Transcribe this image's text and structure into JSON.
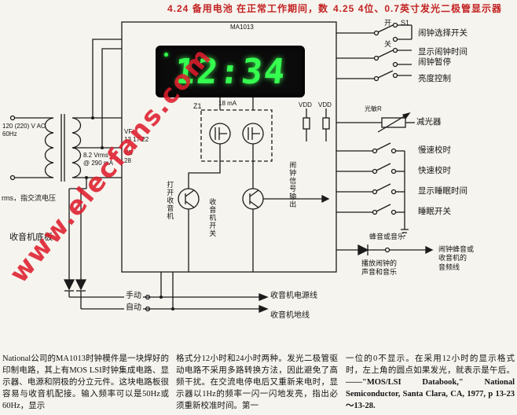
{
  "header": {
    "left": "4.24  备用电池  在正常工作期间，数",
    "right": "4.25  4位、0.7英寸发光二极管显示器"
  },
  "watermark": "www.elecfans.com",
  "module": {
    "chip": "MA1013",
    "z1": "Z1",
    "display_time": "12:34",
    "display_current": "18 mA",
    "pin_vf": "VF",
    "pin_vf_numbers": "13 17 22",
    "pin_vs": "VS",
    "pin_vs_number": "28",
    "vdd_left": "VDD",
    "vdd_right": "VDD"
  },
  "power": {
    "mains": "120 (220) V AC\n60Hz",
    "secondary": "8.2 Vrms\n@ 290 mA",
    "note": "rms，指交流电压",
    "chassis": "收音机底板"
  },
  "controls": {
    "s1": "S1",
    "on": "开",
    "off": "关",
    "rows": [
      "闹钟选择开关",
      "显示闹钟时间\n闹钟暂停",
      "亮度控制",
      "慢速校时",
      "快速校时",
      "显示睡眠时间",
      "睡眠开关"
    ],
    "photoresistor": "光敏R",
    "dimmer": "减光器"
  },
  "internal": {
    "radio_on": "打开收音机",
    "radio_switch": "收音机开关",
    "alarm_signal": "闹钟信号输出"
  },
  "bottom": {
    "manual": "手动",
    "auto": "自动",
    "power_line": "收音机电源线",
    "ground_line": "收音机地线"
  },
  "audio": {
    "tone": "蜂音或音乐",
    "play": "播放闹钟的\n声音和音乐",
    "line": "闹钟蜂音或\n收音机的\n音频线"
  },
  "text": {
    "col1": "National公司的MA1013时钟模件是一块焊好的印制电路，其上有MOS LSI时钟集成电路、显示器、电源和阴极的分立元件。这块电路板很容易与收音机配接。输入频率可以是50Hz或60Hz，显示",
    "col2": "格式分12小时和24小时两种。发光二极管驱动电路不采用多路转换方法，因此避免了高频干扰。在交流电停电后又重新来电时，显示器以1Hz的频率一闪一闪地发亮，指出必须重新校准时间。第一",
    "col3": "一位的0不显示。在采用12小时的显示格式时，左上角的圆点如果发光，就表示是午后。",
    "citation": "——\"MOS/LSI Databook,\" National Semiconductor, Santa Clara, CA, 1977, p 13-23～13-28."
  }
}
